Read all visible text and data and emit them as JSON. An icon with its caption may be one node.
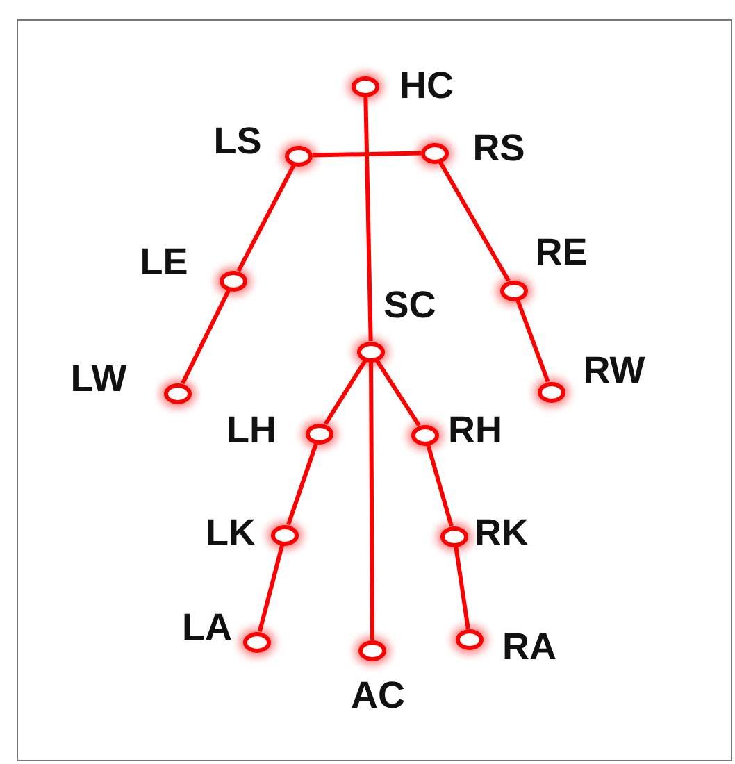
{
  "diagram": {
    "nodes": [
      {
        "text": [],
        "shape": "circle",
        "beside": [
          "HC"
        ]
      },
      {
        "text": [],
        "shape": "circle",
        "beside": [
          "LS"
        ]
      },
      {
        "text": [],
        "shape": "circle",
        "beside": [
          "RS"
        ]
      },
      {
        "text": [],
        "shape": "circle",
        "beside": [
          "LE"
        ]
      },
      {
        "text": [],
        "shape": "circle",
        "beside": [
          "RE"
        ]
      },
      {
        "text": [],
        "shape": "circle",
        "beside": [
          "SC"
        ]
      },
      {
        "text": [],
        "shape": "circle",
        "beside": [
          "LW"
        ]
      },
      {
        "text": [],
        "shape": "circle",
        "beside": [
          "RW"
        ]
      },
      {
        "text": [],
        "shape": "circle",
        "beside": [
          "LH"
        ]
      },
      {
        "text": [],
        "shape": "circle",
        "beside": [
          "RH"
        ]
      },
      {
        "text": [],
        "shape": "circle",
        "beside": [
          "LK"
        ]
      },
      {
        "text": [],
        "shape": "circle",
        "beside": [
          "RK"
        ]
      },
      {
        "text": [],
        "shape": "circle",
        "beside": [
          "LA"
        ]
      },
      {
        "text": [],
        "shape": "circle",
        "beside": [
          "RA"
        ]
      },
      {
        "text": [],
        "shape": "circle",
        "beside": [
          "AC"
        ]
      }
    ],
    "edges": [
      {
        "from": 0,
        "to": 5,
        "arrow": "none"
      },
      {
        "from": 1,
        "to": 2,
        "arrow": "none"
      },
      {
        "from": 1,
        "to": 3,
        "arrow": "none"
      },
      {
        "from": 3,
        "to": 6,
        "arrow": "none"
      },
      {
        "from": 2,
        "to": 4,
        "arrow": "none"
      },
      {
        "from": 4,
        "to": 7,
        "arrow": "none"
      },
      {
        "from": 5,
        "to": 8,
        "arrow": "none"
      },
      {
        "from": 5,
        "to": 9,
        "arrow": "none"
      },
      {
        "from": 5,
        "to": 14,
        "arrow": "none"
      },
      {
        "from": 8,
        "to": 10,
        "arrow": "none"
      },
      {
        "from": 10,
        "to": 12,
        "arrow": "none"
      },
      {
        "from": 9,
        "to": 11,
        "arrow": "none"
      },
      {
        "from": 11,
        "to": 13,
        "arrow": "none"
      }
    ]
  }
}
